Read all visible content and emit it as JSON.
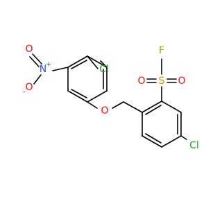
{
  "colors": {
    "background": "#ffffff",
    "bond": "#000000",
    "oxygen": "#ff0d0d",
    "nitrogen": "#3050f8",
    "chlorine": "#1fa01f",
    "sulfur": "#b8a000",
    "fluorine": "#90c000"
  },
  "atoms": {
    "nitro_o_top": "O",
    "nitro_n": "N",
    "nitro_n_charge": "+",
    "nitro_o_bottom": "O",
    "nitro_o_bottom_charge": "-",
    "cl_left_ring": "Cl",
    "ether_o": "O",
    "sulfonyl_s": "S",
    "sulfonyl_o_left": "O",
    "sulfonyl_o_right": "O",
    "sulfonyl_f": "F",
    "cl_right_ring": "Cl"
  }
}
